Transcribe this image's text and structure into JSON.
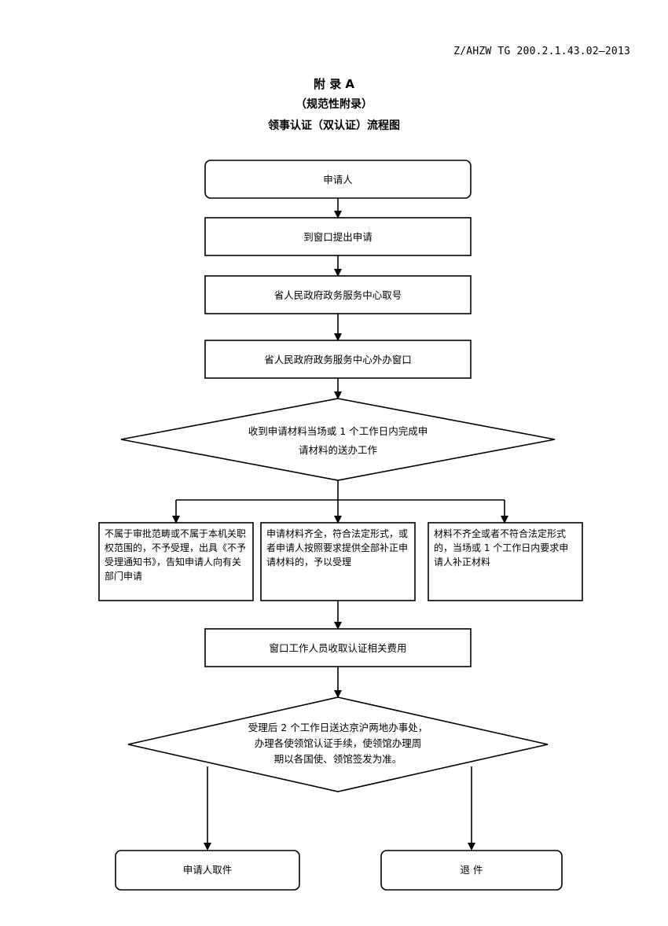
{
  "header": {
    "standard_code": "Z/AHZW TG 200.2.1.43.02—2013",
    "appendix": "附 录 A",
    "normative": "（规范性附录）",
    "title": "领事认证（双认证）流程图"
  },
  "flow": {
    "applicant": "申请人",
    "submit_window": "到窗口提出申请",
    "take_number": "省人民政府政务服务中心取号",
    "foreign_window": "省人民政府政务服务中心外办窗口",
    "decision1_line1": "收到申请材料当场或 1 个工作日内完成申",
    "decision1_line2": "请材料的送办工作",
    "reject": "不属于审批范畴或不属于本机关职权范围的，不予受理，出具《不予受理通知书》，告知申请人向有关部门申请",
    "accept": "申请材料齐全，符合法定形式，或者申请人按照要求提供全部补正申请材料的，予以受理",
    "supplement": "材料不齐全或者不符合法定形式的，当场或 1 个工作日内要求申请人补正材料",
    "collect_fee": "窗口工作人员收取认证相关费用",
    "decision2_line1": "受理后 2 个工作日送达京沪两地办事处，",
    "decision2_line2": "办理各使领馆认证手续，使领馆办理周",
    "decision2_line3": "期以各国使、领馆签发为准。",
    "pickup": "申请人取件",
    "return": "退 件"
  }
}
